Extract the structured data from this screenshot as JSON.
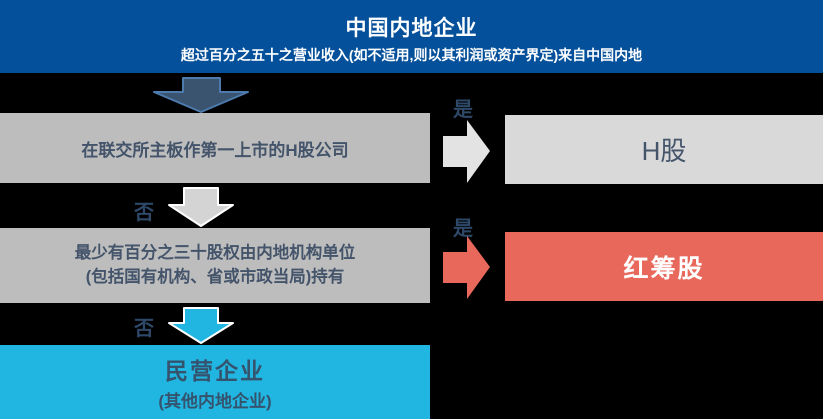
{
  "header": {
    "title": "中国内地企业",
    "subtitle": "超过百分之五十之营业收入(如不适用,则以其利润或资产界定)来自中国内地"
  },
  "flow": {
    "question1": "在联交所主板作第一上市的H股公司",
    "yes1": "是",
    "result1": "H股",
    "no1": "否",
    "question2_line1": "最少有百分之三十股权由内地机构单位",
    "question2_line2": "(包括国有机构、省或市政当局)持有",
    "yes2": "是",
    "result2": "红筹股",
    "no2": "否",
    "final_title": "民营企业",
    "final_subtitle": "(其他内地企业)"
  },
  "colors": {
    "canvas-bg": "#000000",
    "header-bg": "#04509B",
    "row-box-bg": "#BDBDBD",
    "result-gray-bg": "#D9D9D9",
    "result-red-bg": "#E8695B",
    "cyan-bg": "#20B6E1",
    "box-text": "#44546A",
    "final-text": "#35536D",
    "label-color": "#2E4868",
    "arrow-blue-fill": "#3A536F",
    "arrow-blue-stroke": "#4C7BAD",
    "arrow-lightgray-fill": "#E3E3E3",
    "arrow-gray-fill": "#D4D4D4",
    "arrow-red-fill": "#E8695B",
    "arrow-cyan-fill": "#20B6E1"
  }
}
